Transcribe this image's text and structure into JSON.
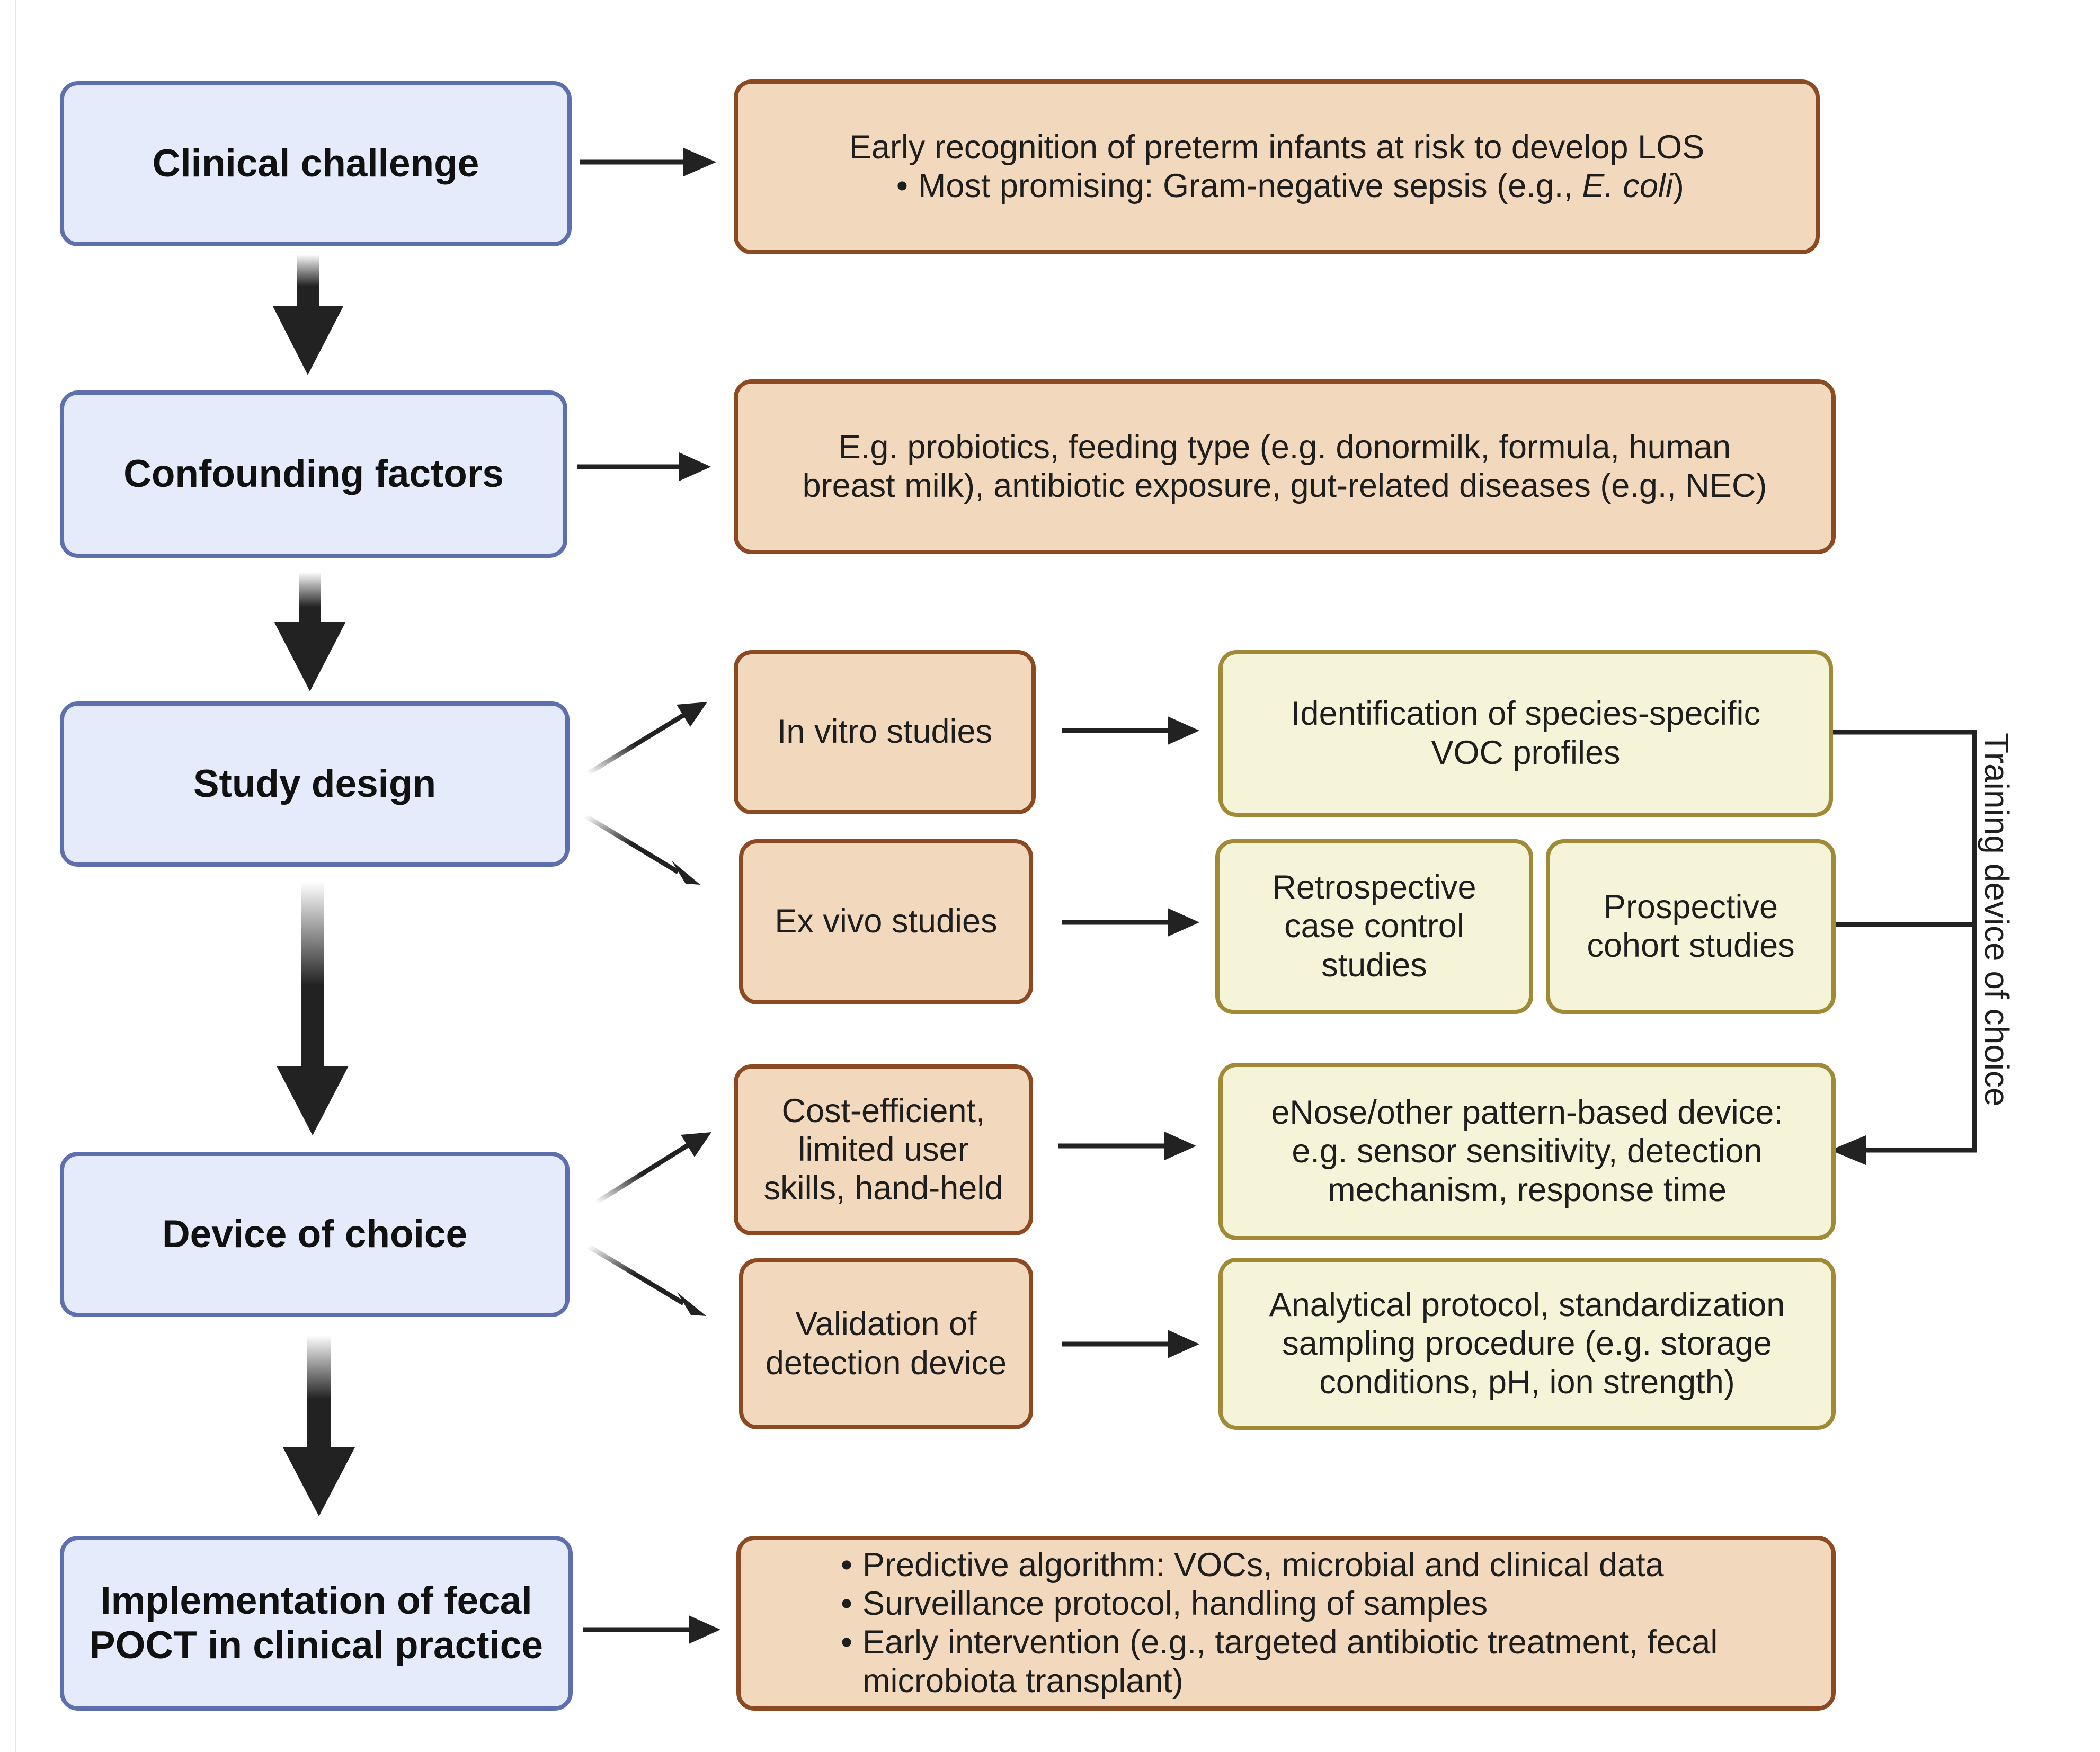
{
  "steps": {
    "clinical_challenge": "Clinical challenge",
    "confounding_factors": "Confounding factors",
    "study_design": "Study design",
    "device_of_choice": "Device of choice",
    "implementation": [
      "Implementation of fecal",
      "POCT in clinical practice"
    ]
  },
  "clinical_challenge_detail": {
    "line": "Early recognition of preterm infants at risk to develop LOS",
    "bullet_text": "Most promising: Gram-negative sepsis (e.g., ",
    "bullet_italic": "E. coli",
    "bullet_end": ")"
  },
  "confounding_detail": [
    "E.g. probiotics, feeding type (e.g. donormilk, formula, human",
    "breast milk), antibiotic exposure, gut-related diseases (e.g., NEC)"
  ],
  "study_design": {
    "in_vitro": "In vitro studies",
    "ex_vivo": "Ex vivo studies",
    "voc_profiles": [
      "Identification of species-specific",
      "VOC profiles"
    ],
    "retrospective": [
      "Retrospective",
      "case control",
      "studies"
    ],
    "prospective": [
      "Prospective",
      "cohort studies"
    ]
  },
  "device": {
    "cost_efficient": [
      "Cost-efficient,",
      "limited user",
      "skills, hand-held"
    ],
    "validation": [
      "Validation of",
      "detection device"
    ],
    "enose": [
      "eNose/other pattern-based device:",
      "e.g. sensor sensitivity, detection",
      "mechanism, response time"
    ],
    "analytical": [
      "Analytical protocol, standardization",
      "sampling procedure (e.g. storage",
      "conditions, pH, ion strength)"
    ]
  },
  "implementation_detail": [
    "Predictive algorithm: VOCs, microbial and clinical data",
    "Surveillance protocol, handling of samples",
    "Early intervention (e.g., targeted antibiotic treatment, fecal",
    "microbiota transplant)"
  ],
  "side_label": "Training device of choice",
  "colors": {
    "step_fill": "#e5ebfa",
    "step_border": "#5e6fad",
    "detail_fill": "#f2d8bd",
    "detail_border": "#8c4a22",
    "result_fill": "#f6f4d8",
    "result_border": "#a08a37",
    "arrow": "#222222"
  }
}
